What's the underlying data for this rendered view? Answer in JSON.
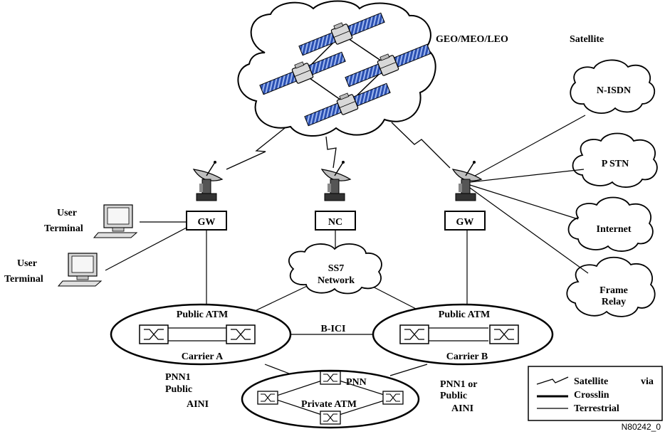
{
  "satellite_region": {
    "orbit_label": "GEO/MEO/LEO",
    "satellite_label": "Satellite"
  },
  "stations": {
    "gw_left": "GW",
    "nc": "NC",
    "gw_right": "GW"
  },
  "terminals": {
    "upper_line1": "User",
    "upper_line2": "Terminal",
    "lower_line1": "User",
    "lower_line2": "Terminal"
  },
  "external_networks": {
    "nisdn": "N-ISDN",
    "pstn": "P STN",
    "internet": "Internet",
    "frame_relay_line1": "Frame",
    "frame_relay_line2": "Relay"
  },
  "ss7": {
    "line1": "SS7",
    "line2": "Network"
  },
  "atm": {
    "public_a_title": "Public ATM",
    "carrier_a": "Carrier A",
    "public_b_title": "Public ATM",
    "carrier_b": "Carrier B",
    "bici": "B-ICI",
    "private_title": "Private ATM",
    "pnn": "PNN"
  },
  "interfaces": {
    "left_line1": "PNN1",
    "left_line2": "Public",
    "left_line3": "AINI",
    "right_line1": "PNN1 or",
    "right_line2": "Public",
    "right_line3": "AINI"
  },
  "legend": {
    "satellite": "Satellite",
    "via": "via",
    "crosslink": "Crosslin",
    "terrestrial": "Terrestrial"
  },
  "figure_id": "N80242_0"
}
